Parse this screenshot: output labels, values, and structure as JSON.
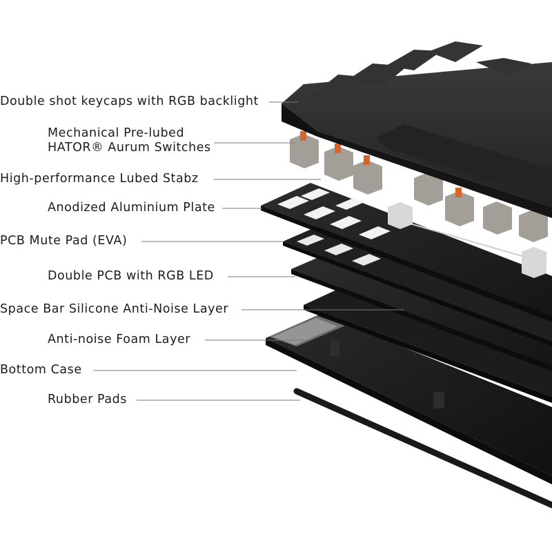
{
  "labels": {
    "keycaps": "Double shot keycaps with RGB backlight",
    "switches_line1": "Mechanical Pre-lubed",
    "switches_line2": "HATOR® Aurum Switches",
    "stabilizers": "High-performance Lubed Stabz",
    "plate": "Anodized Aluminium Plate",
    "mute_pad": "PCB Mute Pad (EVA)",
    "pcb": "Double PCB with RGB LED",
    "silicone_layer": "Space Bar Silicone Anti-Noise Layer",
    "foam_layer": "Anti-noise Foam Layer",
    "bottom_case": "Bottom Case",
    "rubber_pads": "Rubber Pads"
  },
  "colors": {
    "keycap": "#2b2b2b",
    "plate": "#262626",
    "switch_stem": "#d9642c",
    "switch_housing": "#a39e97",
    "text": "#1c1c1c",
    "leader_line": "#7a7a7a"
  }
}
